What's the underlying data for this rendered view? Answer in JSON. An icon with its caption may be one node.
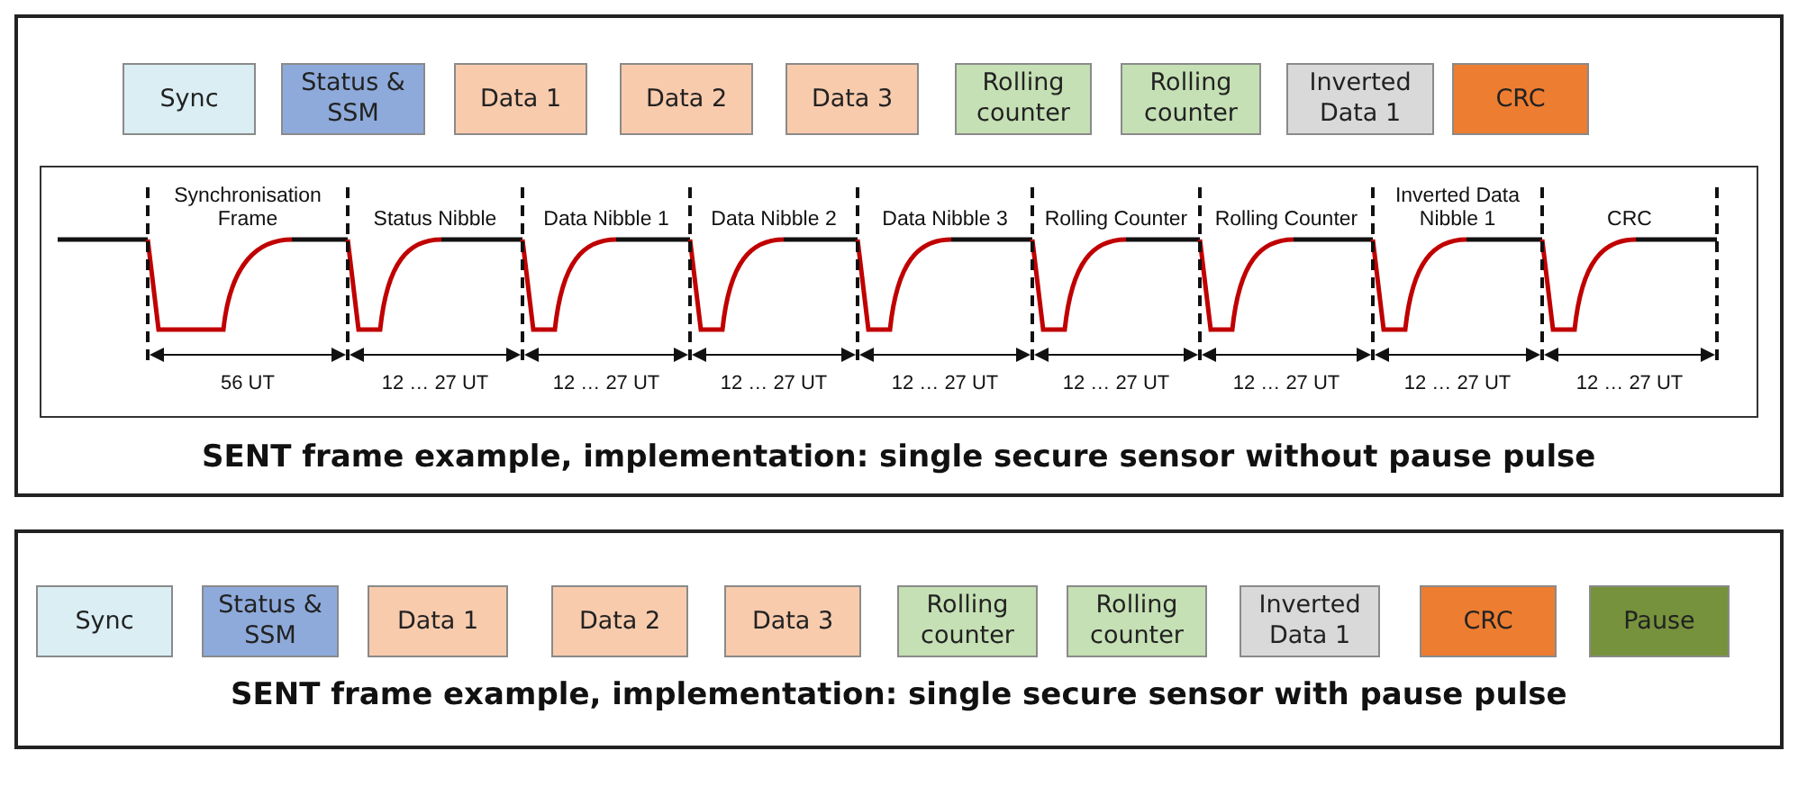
{
  "diagram": {
    "nodes": [
      {
        "text": [
          "SENT frame example, implementation: single secure sensor without pause pulse"
        ]
      },
      {
        "text": [
          "Sync"
        ],
        "in": 0
      },
      {
        "text": [
          "Status & SSM"
        ],
        "in": 0
      },
      {
        "text": [
          "Data 1"
        ],
        "in": 0
      },
      {
        "text": [
          "Data 2"
        ],
        "in": 0
      },
      {
        "text": [
          "Data 3"
        ],
        "in": 0
      },
      {
        "text": [
          "Rolling counter"
        ],
        "in": 0
      },
      {
        "text": [
          "Rolling counter"
        ],
        "in": 0
      },
      {
        "text": [
          "Inverted Data 1"
        ],
        "in": 0
      },
      {
        "text": [
          "CRC"
        ],
        "in": 0
      },
      {
        "text": [
          "SENT frame example, implementation: single secure sensor with pause pulse"
        ]
      },
      {
        "text": [
          "Sync"
        ],
        "in": 10
      },
      {
        "text": [
          "Status & SSM"
        ],
        "in": 10
      },
      {
        "text": [
          "Data 1"
        ],
        "in": 10
      },
      {
        "text": [
          "Data 2"
        ],
        "in": 10
      },
      {
        "text": [
          "Data 3"
        ],
        "in": 10
      },
      {
        "text": [
          "Rolling counter"
        ],
        "in": 10
      },
      {
        "text": [
          "Rolling counter"
        ],
        "in": 10
      },
      {
        "text": [
          "Inverted Data 1"
        ],
        "in": 10
      },
      {
        "text": [
          "CRC"
        ],
        "in": 10
      },
      {
        "text": [
          "Pause"
        ],
        "in": 10
      }
    ],
    "edges": [],
    "labels": [
      "Synchronisation Frame",
      "Status Nibble",
      "Data Nibble 1",
      "Data Nibble 2",
      "Data Nibble 3",
      "Rolling Counter",
      "Rolling Counter",
      "Inverted Data Nibble 1",
      "CRC",
      "56 UT",
      "12 … 27 UT",
      "12 … 27 UT",
      "12 … 27 UT",
      "12 … 27 UT",
      "12 … 27 UT",
      "12 … 27 UT",
      "12 … 27 UT",
      "12 … 27 UT"
    ]
  }
}
